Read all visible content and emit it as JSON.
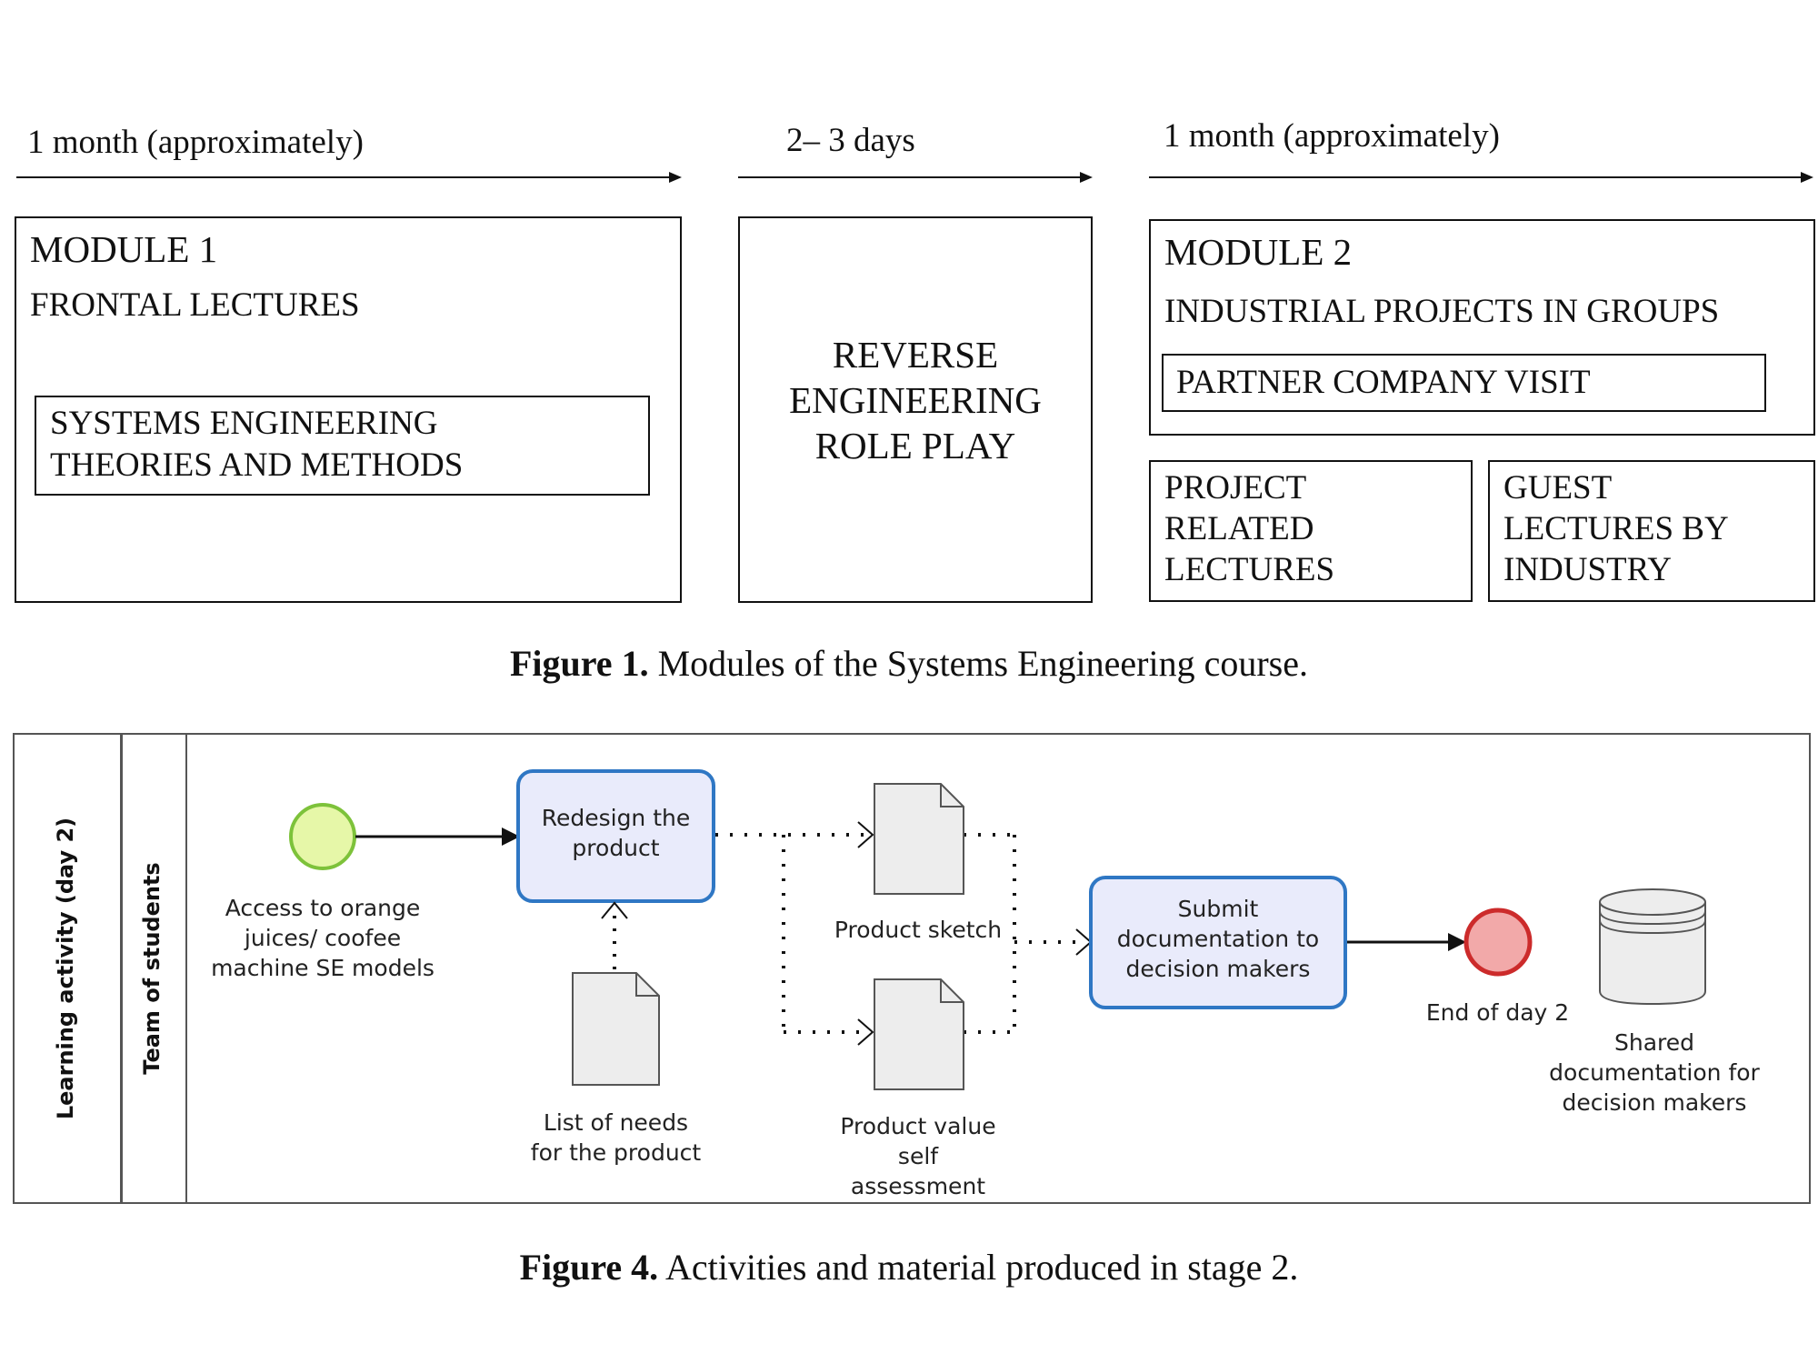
{
  "figure1": {
    "timeline": {
      "seg1": "1 month (approximately)",
      "seg2": "2– 3 days",
      "seg3": "1 month (approximately)"
    },
    "module1": {
      "title": "MODULE 1",
      "subtitle": "FRONTAL LECTURES",
      "inner_line1": "SYSTEMS ENGINEERING",
      "inner_line2": "THEORIES AND METHODS"
    },
    "role_play": {
      "line1": "REVERSE",
      "line2": "ENGINEERING",
      "line3": "ROLE PLAY"
    },
    "module2": {
      "title": "MODULE 2",
      "subtitle": "INDUSTRIAL PROJECTS IN GROUPS",
      "partner": "PARTNER COMPANY VISIT",
      "project_line1": "PROJECT",
      "project_line2": "RELATED",
      "project_line3": "LECTURES",
      "guest_line1": "GUEST",
      "guest_line2": "LECTURES BY",
      "guest_line3": "INDUSTRY"
    },
    "caption_bold": "Figure 1.",
    "caption_text": " Modules of the Systems Engineering course."
  },
  "figure4": {
    "pool_label": "Learning activity (day 2)",
    "lane_label": "Team of students",
    "start_event_label": [
      "Access to orange",
      "juices/ coofee",
      "machine SE models"
    ],
    "task_redesign": [
      "Redesign  the",
      "product"
    ],
    "doc_needs": [
      "List of needs",
      "for the product"
    ],
    "doc_sketch": "Product sketch",
    "doc_value": [
      "Product value",
      "self",
      "assessment"
    ],
    "task_submit": [
      "Submit",
      "documentation to",
      "decision makers"
    ],
    "end_event_label": "End of day 2",
    "datastore_label": [
      "Shared",
      "documentation for",
      "decision makers"
    ],
    "colors": {
      "start_fill": "#e6f7a8",
      "start_stroke": "#7dc23a",
      "end_fill": "#f2a9a9",
      "end_stroke": "#cc2b2b",
      "task_fill": "#e9ebfb",
      "task_stroke": "#2f77c4",
      "doc_fill": "#ededed"
    },
    "caption_bold": "Figure 4.",
    "caption_text": " Activities and material produced in stage 2."
  }
}
